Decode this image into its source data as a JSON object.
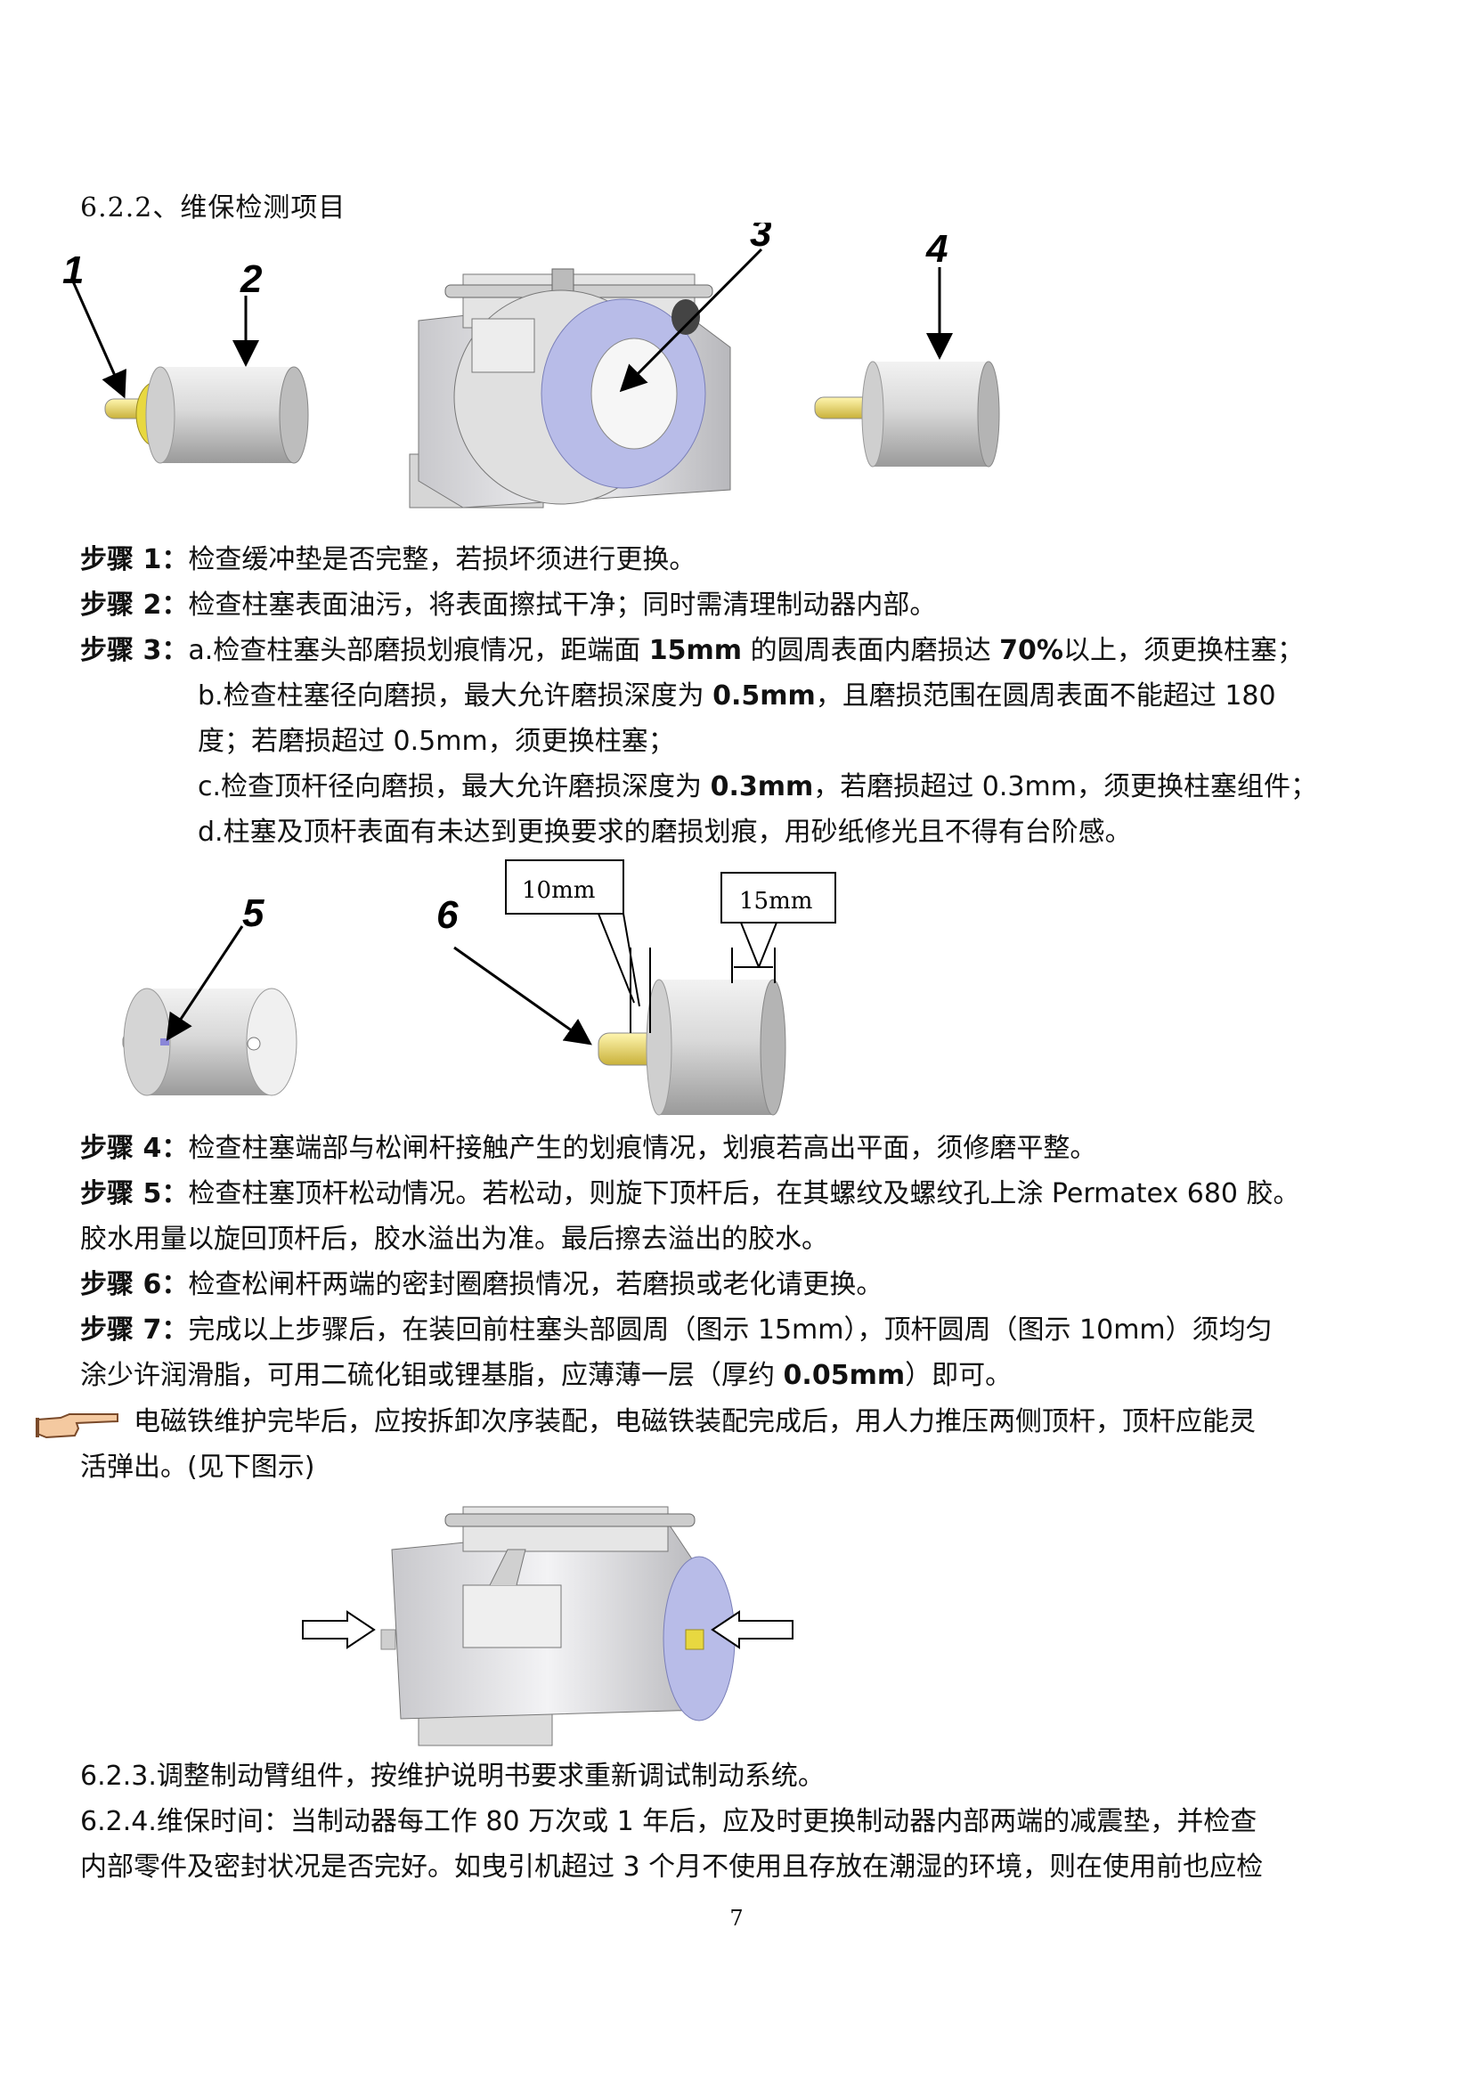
{
  "heading": "6.2.2、维保检测项目",
  "fig1": {
    "labels": [
      "1",
      "2",
      "3",
      "4"
    ]
  },
  "steps": {
    "s1": {
      "label": "步骤 1：",
      "text": "检查缓冲垫是否完整，若损坏须进行更换。"
    },
    "s2": {
      "label": "步骤 2：",
      "text": "检查柱塞表面油污，将表面擦拭干净；同时需清理制动器内部。"
    },
    "s3": {
      "label": "步骤 3：",
      "a_pre": "a.检查柱塞头部磨损划痕情况，距端面 ",
      "a_b1": "15mm",
      "a_mid": " 的圆周表面内磨损达 ",
      "a_b2": "70%",
      "a_post": "以上，须更换柱塞；",
      "b_pre": "b.检查柱塞径向磨损，最大允许磨损深度为 ",
      "b_b1": "0.5mm",
      "b_post": "，且磨损范围在圆周表面不能超过  180",
      "b_line2": "度；若磨损超过 0.5mm，须更换柱塞；",
      "c_pre": "c.检查顶杆径向磨损，最大允许磨损深度为 ",
      "c_b1": "0.3mm",
      "c_post": "，若磨损超过 0.3mm，须更换柱塞组件；",
      "d": "d.柱塞及顶杆表面有未达到更换要求的磨损划痕，用砂纸修光且不得有台阶感。"
    },
    "s4": {
      "label": "步骤 4：",
      "text": "检查柱塞端部与松闸杆接触产生的划痕情况，划痕若高出平面，须修磨平整。"
    },
    "s5": {
      "label": "步骤 5：",
      "text": "检查柱塞顶杆松动情况。若松动，则旋下顶杆后，在其螺纹及螺纹孔上涂 Permatex 680 胶。",
      "line2": "胶水用量以旋回顶杆后，胶水溢出为准。最后擦去溢出的胶水。"
    },
    "s6": {
      "label": "步骤 6：",
      "text": "检查松闸杆两端的密封圈磨损情况，若磨损或老化请更换。"
    },
    "s7": {
      "label": "步骤 7：",
      "text": "完成以上步骤后，在装回前柱塞头部圆周（图示 15mm），顶杆圆周（图示 10mm）须均匀",
      "line2_pre": "涂少许润滑脂，可用二硫化钼或锂基脂，应薄薄一层（厚约 ",
      "line2_b": "0.05mm",
      "line2_post": "）即可。"
    }
  },
  "fig2": {
    "labels": [
      "5",
      "6"
    ],
    "dim_10": "10mm",
    "dim_15": "15mm"
  },
  "note": {
    "line1": "电磁铁维护完毕后，应按拆卸次序装配，电磁铁装配完成后，用人力推压两侧顶杆，顶杆应能灵",
    "line2": "活弹出。(见下图示)"
  },
  "p623": "6.2.3.调整制动臂组件，按维护说明书要求重新调试制动系统。",
  "p624": {
    "line1": "6.2.4.维保时间：当制动器每工作 80 万次或 1 年后，应及时更换制动器内部两端的减震垫，并检查",
    "line2": "内部零件及密封状况是否完好。如曳引机超过 3 个月不使用且存放在潮湿的环境，则在使用前也应检"
  },
  "page_number": "7"
}
